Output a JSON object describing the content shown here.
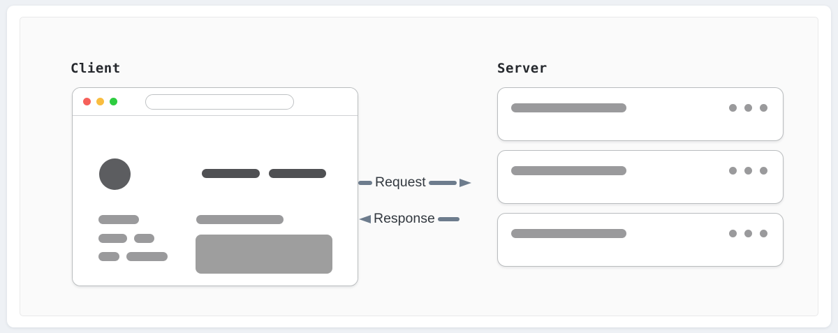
{
  "diagram": {
    "type": "client-server-request-response",
    "client": {
      "title": "Client",
      "browser": {
        "traffic_lights": [
          {
            "name": "close-dot",
            "color": "#f6605a"
          },
          {
            "name": "minimize-dot",
            "color": "#f9bd3f"
          },
          {
            "name": "maximize-dot",
            "color": "#2ecc40"
          }
        ],
        "url_bar_value": "",
        "url_bar_placeholder": ""
      }
    },
    "server": {
      "title": "Server",
      "units": [
        {
          "name": "server-unit-1",
          "dots": 3
        },
        {
          "name": "server-unit-2",
          "dots": 3
        },
        {
          "name": "server-unit-3",
          "dots": 3
        }
      ]
    },
    "flows": [
      {
        "label": "Request",
        "direction": "client-to-server",
        "arrow": "right"
      },
      {
        "label": "Response",
        "direction": "server-to-client",
        "arrow": "left"
      }
    ]
  },
  "colors": {
    "page_background": "#eef1f5",
    "card_background": "#ffffff",
    "panel_background": "#fafafa",
    "panel_border": "#e9e9ea",
    "outline": "#b9bcbe",
    "arrow": "#6d7c8d",
    "text": "#25282d",
    "flow_text": "#32383f",
    "placeholder_dark": "#4f5053",
    "placeholder_mid": "#9a9a9c",
    "placeholder_block": "#9e9e9e",
    "avatar": "#5c5d60"
  }
}
